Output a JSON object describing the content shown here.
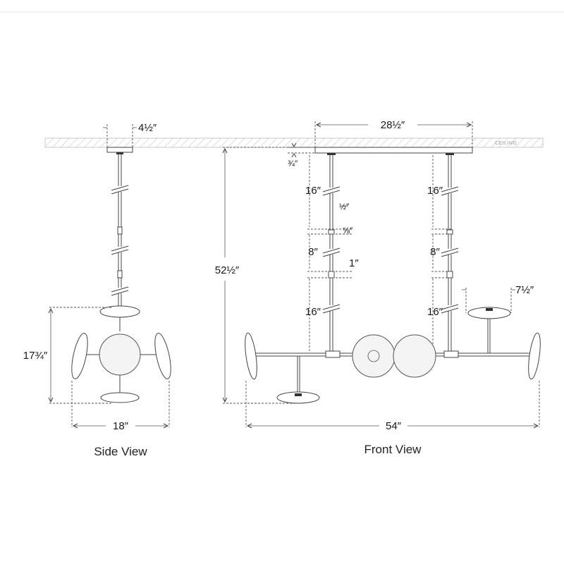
{
  "ceiling_label": "CEILING",
  "side_view": {
    "caption": "Side View",
    "canopy_width": "4½″",
    "fixture_height": "17¾″",
    "fixture_width": "18″"
  },
  "front_view": {
    "caption": "Front View",
    "canopy_width": "28½″",
    "canopy_height": "¾″",
    "overall_height": "52½″",
    "overall_width": "54″",
    "stem_left": {
      "segment_top": "16″",
      "gap_top": "½″",
      "coupler_a": "⅝″",
      "segment_mid": "8″",
      "coupler_b": "1″",
      "segment_bottom": "16″"
    },
    "stem_right": {
      "segment_top": "16″",
      "segment_mid": "8″",
      "segment_bottom": "16″"
    },
    "shade_diameter": "7½″"
  }
}
